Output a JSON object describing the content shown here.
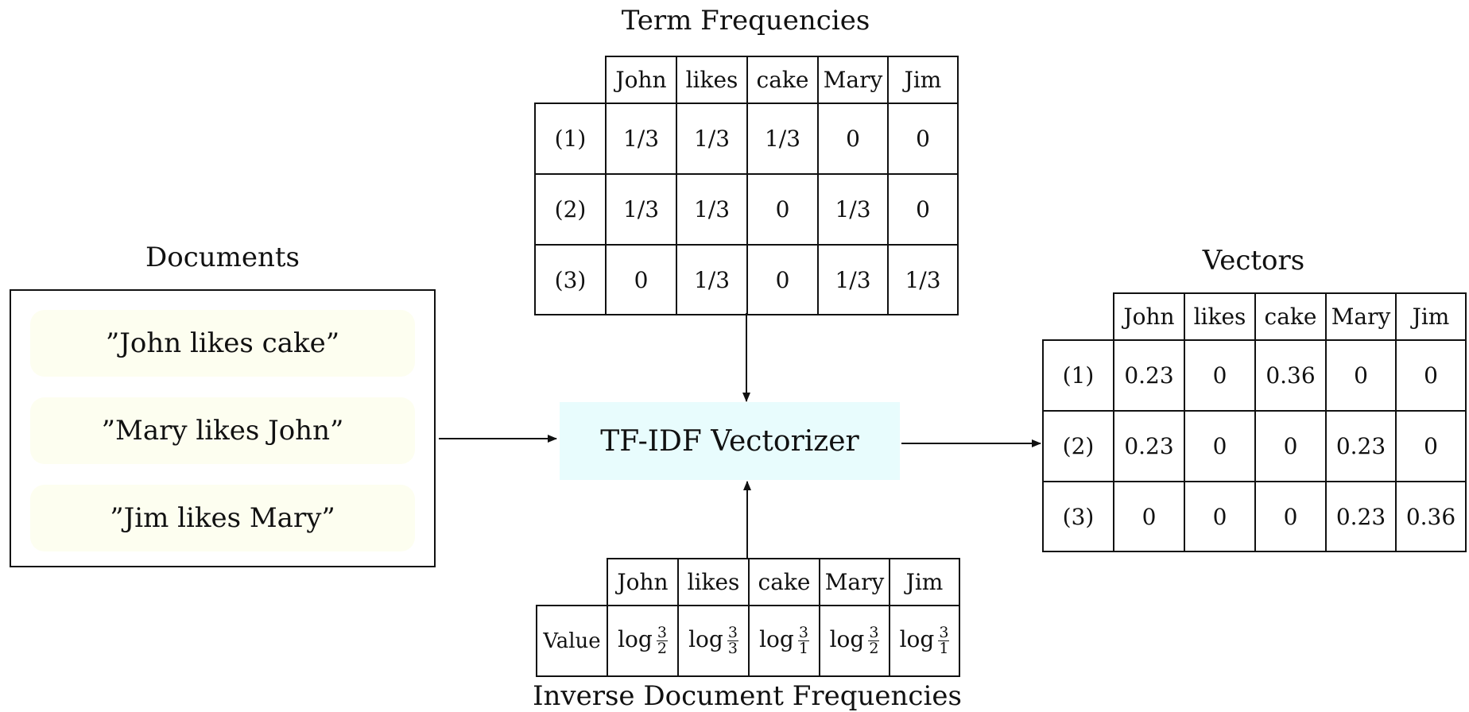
{
  "documents": {
    "title": "Documents",
    "items": [
      "”John likes cake”",
      "”Mary likes John”",
      "”Jim likes Mary”"
    ]
  },
  "term_frequencies": {
    "title": "Term Frequencies",
    "columns": [
      "John",
      "likes",
      "cake",
      "Mary",
      "Jim"
    ],
    "rows": [
      {
        "label": "(1)",
        "values": [
          "1/3",
          "1/3",
          "1/3",
          "0",
          "0"
        ]
      },
      {
        "label": "(2)",
        "values": [
          "1/3",
          "1/3",
          "0",
          "1/3",
          "0"
        ]
      },
      {
        "label": "(3)",
        "values": [
          "0",
          "1/3",
          "0",
          "1/3",
          "1/3"
        ]
      }
    ]
  },
  "vectorizer": {
    "label": "TF-IDF Vectorizer"
  },
  "idf": {
    "title": "Inverse Document Frequencies",
    "columns": [
      "John",
      "likes",
      "cake",
      "Mary",
      "Jim"
    ],
    "row_label": "Value",
    "values": [
      {
        "fn": "log",
        "num": "3",
        "den": "2"
      },
      {
        "fn": "log",
        "num": "3",
        "den": "3"
      },
      {
        "fn": "log",
        "num": "3",
        "den": "1"
      },
      {
        "fn": "log",
        "num": "3",
        "den": "2"
      },
      {
        "fn": "log",
        "num": "3",
        "den": "1"
      }
    ]
  },
  "vectors": {
    "title": "Vectors",
    "columns": [
      "John",
      "likes",
      "cake",
      "Mary",
      "Jim"
    ],
    "rows": [
      {
        "label": "(1)",
        "values": [
          "0.23",
          "0",
          "0.36",
          "0",
          "0"
        ]
      },
      {
        "label": "(2)",
        "values": [
          "0.23",
          "0",
          "0",
          "0.23",
          "0"
        ]
      },
      {
        "label": "(3)",
        "values": [
          "0",
          "0",
          "0",
          "0.23",
          "0.36"
        ]
      }
    ]
  }
}
